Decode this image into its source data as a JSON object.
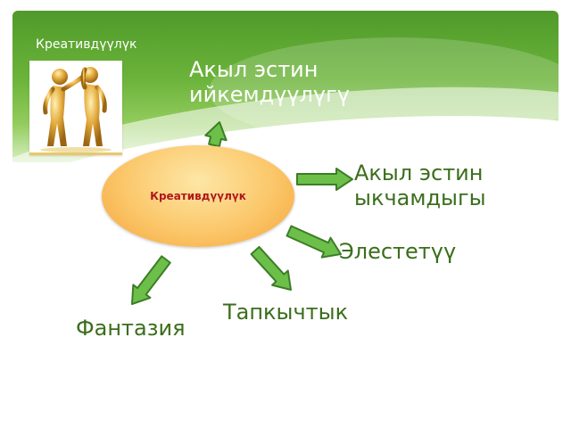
{
  "slide": {
    "title": "Креативдүүлүк",
    "center": "Креативдүүлүк",
    "concepts": {
      "top": "Акыл эстин ийкемдүүлүгү",
      "right": "Акыл эстин ыкчамдыгы",
      "mid_right": "Элестетүү",
      "bottom": "Тапкычтык",
      "left": "Фантазия"
    },
    "image_icon": "thinking-figures-icon"
  },
  "colors": {
    "arrow_fill": "#6cc04a",
    "arrow_stroke": "#3d7d26",
    "label_text": "#3b6e1c",
    "center_text": "#b0181b"
  }
}
